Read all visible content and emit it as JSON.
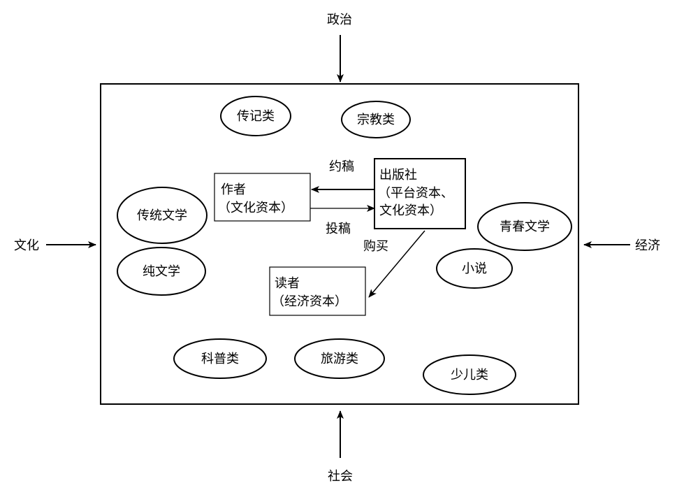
{
  "external_factors": {
    "top": "政治",
    "bottom": "社会",
    "left": "文化",
    "right": "经济"
  },
  "genres": [
    "传记类",
    "宗教类",
    "传统文学",
    "纯文学",
    "青春文学",
    "小说",
    "科普类",
    "旅游类",
    "少儿类"
  ],
  "author": {
    "title": "作者",
    "capital": "（文化资本）"
  },
  "publisher": {
    "title": "出版社",
    "capital_line1": "（平台资本、",
    "capital_line2": "文化资本）"
  },
  "reader": {
    "title": "读者",
    "capital": "（经济资本）"
  },
  "flows": {
    "solicit": "约稿",
    "submit": "投稿",
    "purchase": "购买"
  }
}
